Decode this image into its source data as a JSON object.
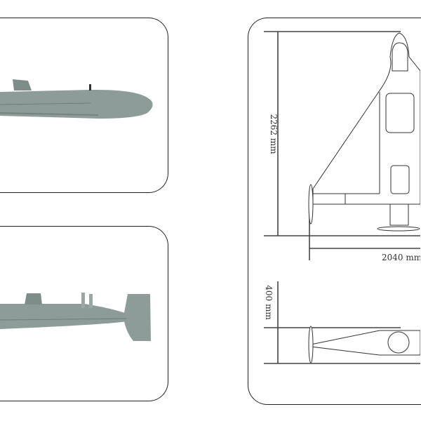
{
  "panels": {
    "side_photo_top": {
      "subject": "drone-side-view"
    },
    "side_photo_bottom": {
      "subject": "drone-side-view-tail"
    },
    "drawing": {
      "length_label": "2262 mm",
      "span_label": "2040 mm",
      "height_label": "400 mm"
    }
  },
  "colors": {
    "drone_body": "#8d9c99",
    "line": "#333333"
  }
}
